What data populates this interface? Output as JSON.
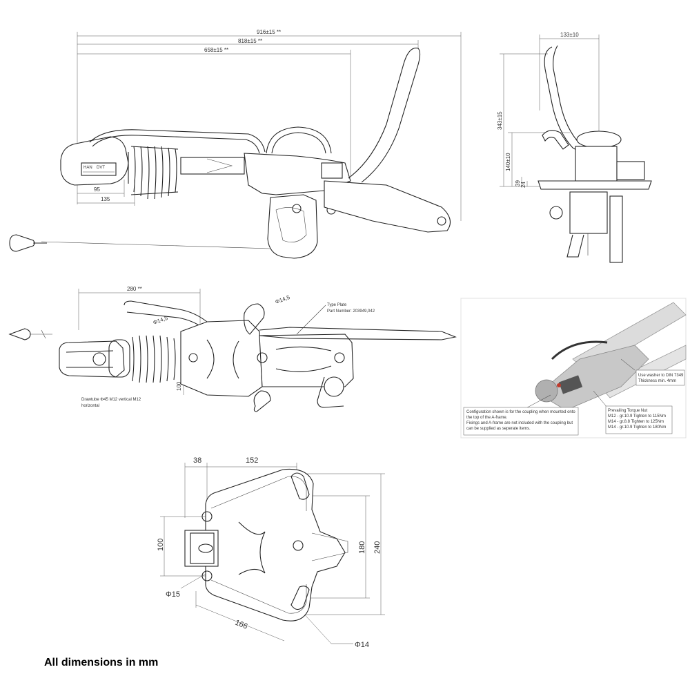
{
  "side_view": {
    "dims": {
      "d916": "916±15 **",
      "d818": "818±15 **",
      "d658": "658±15 **",
      "d95": "95",
      "d135": "135"
    },
    "labels": {
      "badge_line1": "HAN",
      "badge_line2": "DVT"
    }
  },
  "end_view": {
    "dims": {
      "d133": "133±10",
      "d343": "343±15",
      "d140": "140±10",
      "d39": "39",
      "d24": "24"
    }
  },
  "top_view": {
    "dims": {
      "d280": "280 **",
      "phi145a": "Φ14,5",
      "phi145b": "Φ14,5",
      "d100": "100"
    },
    "type_plate_label": "Type Plate",
    "part_number": "Part Number: 203949,042",
    "drawtube_line1": "Drawtube Φ45 M12 vertical M12",
    "drawtube_line2": "horizontal"
  },
  "photo_panel": {
    "config_note": [
      "Configuration shown is for the coupling when mounted onto",
      "the top of the A-frame.",
      "Fixings and A-frame are not included with the coupling but",
      "can be supplied as seperate items."
    ],
    "washer_note": [
      "Use washer to DIN 7349",
      "Thickness min. 4mm"
    ],
    "torque_note": [
      "Prevailing Torque Nut",
      "M12 - gr.10.9 Tighten to 115Nm",
      "M14 - gr.8.8 Tighten to 125Nm",
      "M14 - gr.10.9 Tighten to 180Nm"
    ]
  },
  "flange_view": {
    "dims": {
      "d38": "38",
      "d152": "152",
      "d100": "100",
      "d180": "180",
      "d240": "240",
      "d166": "166",
      "phi15": "Φ15",
      "phi14": "Φ14"
    }
  },
  "footer_note": "All dimensions in mm"
}
